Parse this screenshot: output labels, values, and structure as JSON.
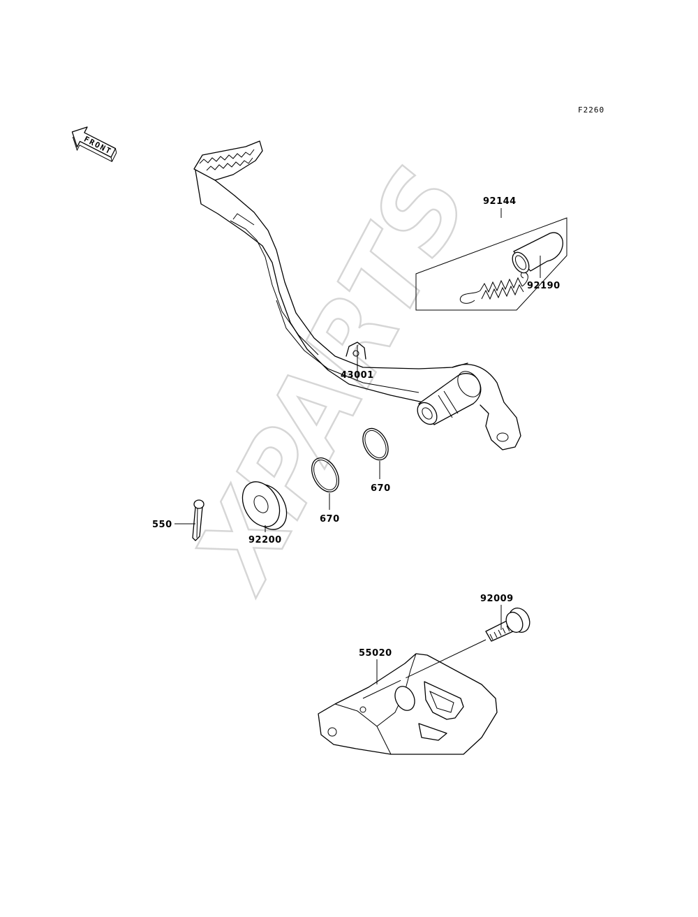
{
  "diagram": {
    "figure_code": "F2260",
    "front_label": "FRONT",
    "watermark": "XPARTS",
    "parts": [
      {
        "id": "p43001",
        "number": "43001"
      },
      {
        "id": "p92144",
        "number": "92144"
      },
      {
        "id": "p92190",
        "number": "92190"
      },
      {
        "id": "p670a",
        "number": "670"
      },
      {
        "id": "p670b",
        "number": "670"
      },
      {
        "id": "p550",
        "number": "550"
      },
      {
        "id": "p92200",
        "number": "92200"
      },
      {
        "id": "p92009",
        "number": "92009"
      },
      {
        "id": "p55020",
        "number": "55020"
      }
    ]
  }
}
